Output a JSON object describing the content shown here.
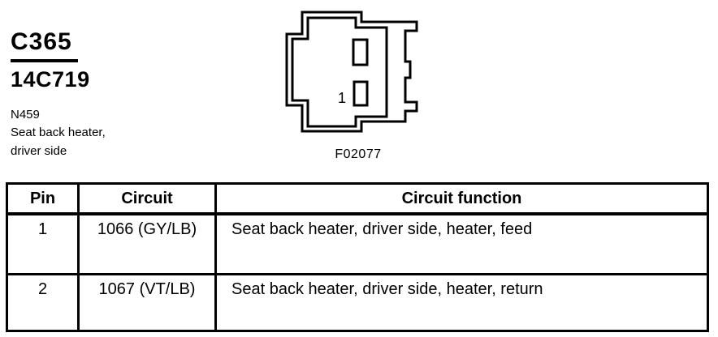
{
  "connector": {
    "id": "C365",
    "part_number": "14C719",
    "component_id": "N459",
    "description_line1": "Seat back heater,",
    "description_line2": "driver side",
    "figure_label": "F02077",
    "cavity_label": "1"
  },
  "table": {
    "headers": [
      "Pin",
      "Circuit",
      "Circuit function"
    ],
    "rows": [
      {
        "pin": "1",
        "circuit": "1066 (GY/LB)",
        "function": "Seat back heater, driver side, heater, feed"
      },
      {
        "pin": "2",
        "circuit": "1067 (VT/LB)",
        "function": "Seat back heater, driver side, heater, return"
      }
    ]
  },
  "colors": {
    "ink": "#000000",
    "background": "#ffffff"
  }
}
